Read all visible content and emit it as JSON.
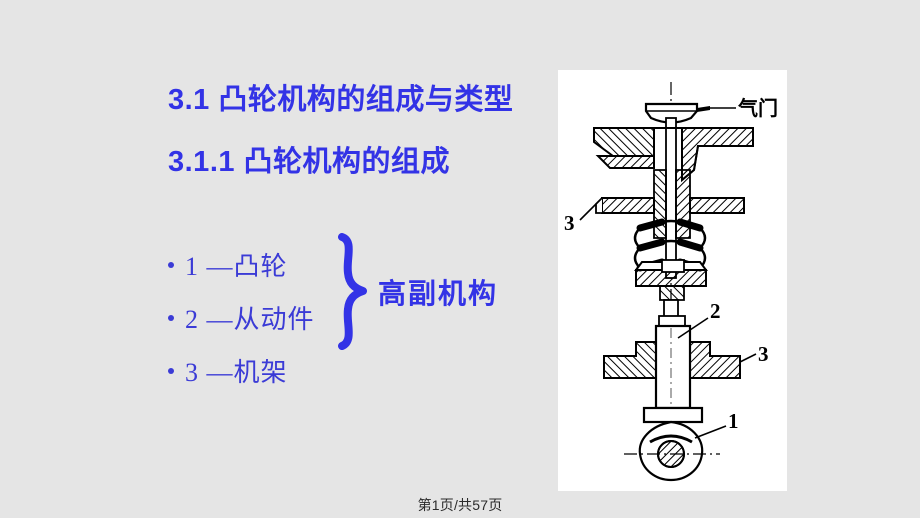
{
  "slide": {
    "background_color": "#e5e5e5",
    "accent_color": "#3333e6",
    "body_text_color": "#3b3bd6"
  },
  "headings": {
    "main": "3.1 凸轮机构的组成与类型",
    "sub": "3.1.1 凸轮机构的组成"
  },
  "bullets": [
    {
      "marker": "•",
      "text": "1  —凸轮"
    },
    {
      "marker": "•",
      "text": "2  —从动件"
    },
    {
      "marker": "•",
      "text": "3  —机架"
    }
  ],
  "group": {
    "brace": "}",
    "label": "高副机构"
  },
  "figure": {
    "caption_labels": [
      {
        "id": "valve",
        "text": "气门"
      },
      {
        "id": "frame-upper",
        "text": "3"
      },
      {
        "id": "follower",
        "text": "2"
      },
      {
        "id": "frame-lower",
        "text": "3"
      },
      {
        "id": "cam",
        "text": "1"
      }
    ],
    "background_color": "#ffffff",
    "line_color": "#000000"
  },
  "footer": {
    "page_indicator": "第1页/共57页"
  }
}
